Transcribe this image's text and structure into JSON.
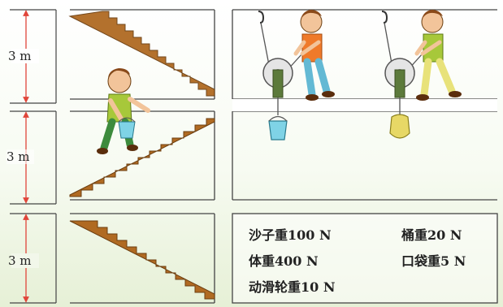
{
  "floor_heights": [
    "3 m",
    "3 m",
    "3 m"
  ],
  "given": {
    "sand": "沙子重100 N",
    "bucket": "桶重20 N",
    "body": "体重400 N",
    "bag": "口袋重5 N",
    "pulley": "动滑轮重10 N"
  },
  "colors": {
    "stair": "#b06a22",
    "arrow": "#e0453a",
    "frame": "#444444",
    "shirt_green": "#a7c83a",
    "shirt_orange": "#ef7a2a",
    "bucket_fill": "#7fd3e6",
    "bag_fill": "#e7d866"
  }
}
